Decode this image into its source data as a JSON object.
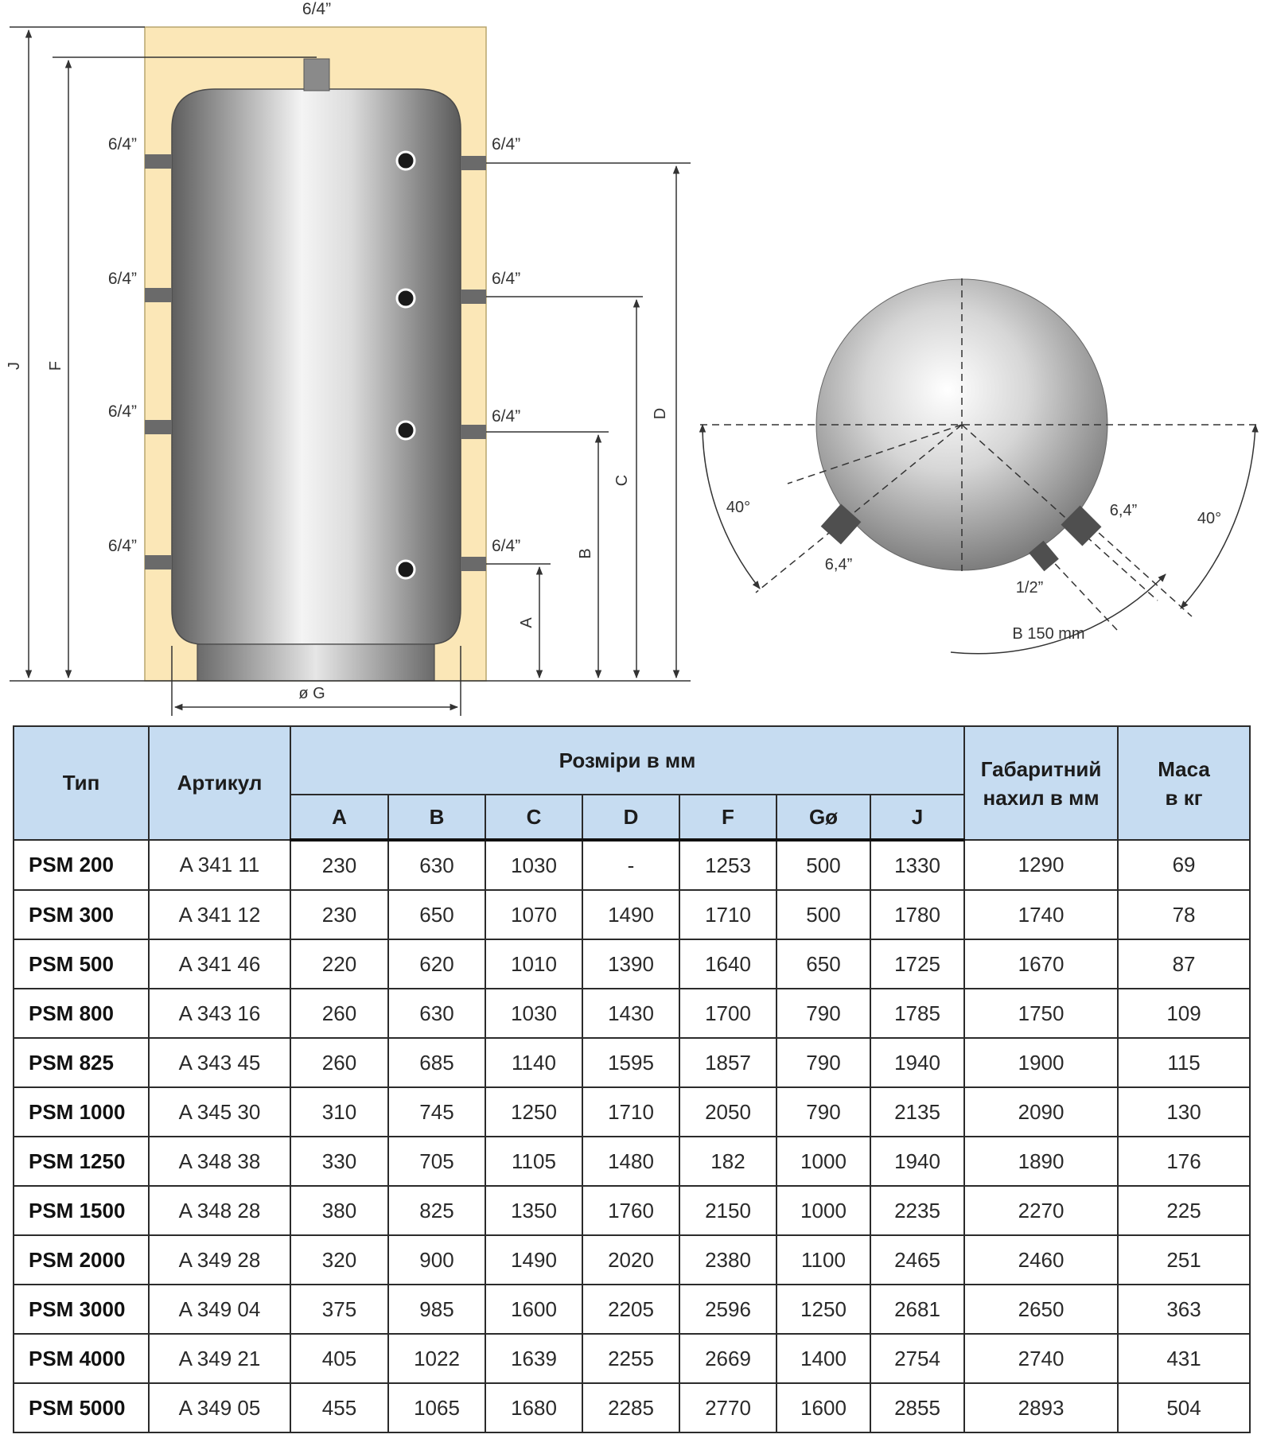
{
  "diagram": {
    "top_thread": "6/4”",
    "left_threads": [
      "6/4”",
      "6/4”",
      "6/4”",
      "6/4”"
    ],
    "right_threads": [
      "6/4”",
      "6/4”",
      "6/4”",
      "6/4”"
    ],
    "dimension_labels": {
      "J": "J",
      "F": "F",
      "D": "D",
      "C": "C",
      "B": "B",
      "A": "A",
      "G": "ø G"
    },
    "top_view": {
      "angle_left": "40°",
      "angle_right": "40°",
      "connection_left": "6,4”",
      "connection_right": "6,4”",
      "connection_small": "1/2”",
      "distance": "B 150 mm"
    },
    "colors": {
      "insulation": "#fbe7b7",
      "tank_steel": "#8a8a8a",
      "dim_line": "#333333"
    }
  },
  "table": {
    "headers": {
      "type": "Тип",
      "article": "Артикул",
      "dims_group": "Розміри в мм",
      "tilt_line1": "Габаритний",
      "tilt_line2": "нахил в мм",
      "mass_line1": "Маса",
      "mass_line2": "в кг",
      "dims": [
        "A",
        "B",
        "C",
        "D",
        "F",
        "Gø",
        "J"
      ]
    },
    "header_color": "#c6dcf1",
    "rows": [
      {
        "type": "PSM 200",
        "article": "A 341 11",
        "A": "230",
        "B": "630",
        "C": "1030",
        "D": "-",
        "F": "1253",
        "G": "500",
        "J": "1330",
        "tilt": "1290",
        "mass": "69"
      },
      {
        "type": "PSM 300",
        "article": "A 341 12",
        "A": "230",
        "B": "650",
        "C": "1070",
        "D": "1490",
        "F": "1710",
        "G": "500",
        "J": "1780",
        "tilt": "1740",
        "mass": "78"
      },
      {
        "type": "PSM 500",
        "article": "A 341 46",
        "A": "220",
        "B": "620",
        "C": "1010",
        "D": "1390",
        "F": "1640",
        "G": "650",
        "J": "1725",
        "tilt": "1670",
        "mass": "87"
      },
      {
        "type": "PSM 800",
        "article": "A 343 16",
        "A": "260",
        "B": "630",
        "C": "1030",
        "D": "1430",
        "F": "1700",
        "G": "790",
        "J": "1785",
        "tilt": "1750",
        "mass": "109"
      },
      {
        "type": "PSM 825",
        "article": "A 343 45",
        "A": "260",
        "B": "685",
        "C": "1140",
        "D": "1595",
        "F": "1857",
        "G": "790",
        "J": "1940",
        "tilt": "1900",
        "mass": "115"
      },
      {
        "type": "PSM 1000",
        "article": "A 345 30",
        "A": "310",
        "B": "745",
        "C": "1250",
        "D": "1710",
        "F": "2050",
        "G": "790",
        "J": "2135",
        "tilt": "2090",
        "mass": "130"
      },
      {
        "type": "PSM 1250",
        "article": "A 348 38",
        "A": "330",
        "B": "705",
        "C": "1105",
        "D": "1480",
        "F": "182",
        "G": "1000",
        "J": "1940",
        "tilt": "1890",
        "mass": "176"
      },
      {
        "type": "PSM 1500",
        "article": "A 348 28",
        "A": "380",
        "B": "825",
        "C": "1350",
        "D": "1760",
        "F": "2150",
        "G": "1000",
        "J": "2235",
        "tilt": "2270",
        "mass": "225"
      },
      {
        "type": "PSM 2000",
        "article": "A 349 28",
        "A": "320",
        "B": "900",
        "C": "1490",
        "D": "2020",
        "F": "2380",
        "G": "1100",
        "J": "2465",
        "tilt": "2460",
        "mass": "251"
      },
      {
        "type": "PSM 3000",
        "article": "A 349 04",
        "A": "375",
        "B": "985",
        "C": "1600",
        "D": "2205",
        "F": "2596",
        "G": "1250",
        "J": "2681",
        "tilt": "2650",
        "mass": "363"
      },
      {
        "type": "PSM 4000",
        "article": "A 349 21",
        "A": "405",
        "B": "1022",
        "C": "1639",
        "D": "2255",
        "F": "2669",
        "G": "1400",
        "J": "2754",
        "tilt": "2740",
        "mass": "431"
      },
      {
        "type": "PSM 5000",
        "article": "A 349 05",
        "A": "455",
        "B": "1065",
        "C": "1680",
        "D": "2285",
        "F": "2770",
        "G": "1600",
        "J": "2855",
        "tilt": "2893",
        "mass": "504"
      }
    ]
  }
}
